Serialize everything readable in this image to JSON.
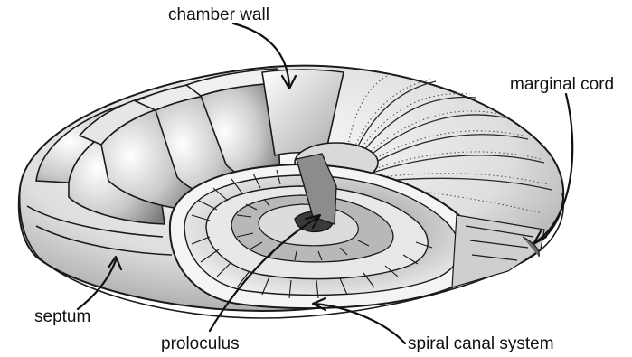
{
  "labels": {
    "chamber_wall": "chamber wall",
    "marginal_cord": "marginal cord",
    "septum": "septum",
    "proloculus": "proloculus",
    "spiral_canal_system": "spiral canal system"
  },
  "colors": {
    "ink": "#111111",
    "shell_light": "#f2f2f2",
    "shell_mid": "#b9b9b9",
    "shell_dark": "#6e6e6e"
  }
}
